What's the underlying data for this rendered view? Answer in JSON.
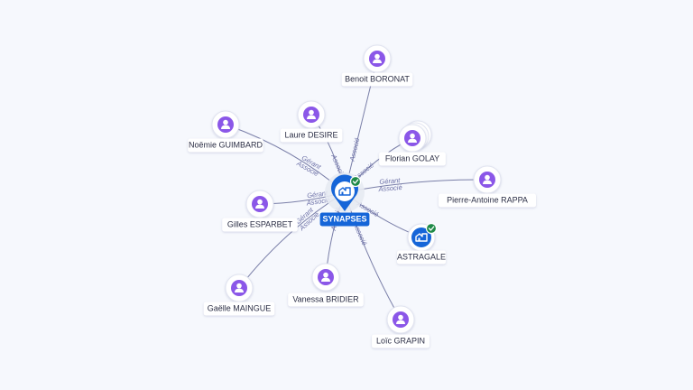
{
  "center": {
    "label": "SYNAPSES",
    "type": "company",
    "verified": true
  },
  "nodes": [
    {
      "id": "boronat",
      "label": "Benoit BORONAT",
      "type": "person"
    },
    {
      "id": "desire",
      "label": "Laure DESIRE",
      "type": "person"
    },
    {
      "id": "guimbard",
      "label": "Noëmie GUIMBARD",
      "type": "person"
    },
    {
      "id": "golay",
      "label": "Florian GOLAY",
      "type": "person"
    },
    {
      "id": "rappa",
      "label": "Pierre-Antoine RAPPA",
      "type": "person"
    },
    {
      "id": "esparbet",
      "label": "Gilles ESPARBET",
      "type": "person"
    },
    {
      "id": "astragale",
      "label": "ASTRAGALE",
      "type": "company",
      "verified": true
    },
    {
      "id": "maingue",
      "label": "Gaëlle MAINGUE",
      "type": "person"
    },
    {
      "id": "bridier",
      "label": "Vanessa BRIDIER",
      "type": "person"
    },
    {
      "id": "grapin",
      "label": "Loïc GRAPIN",
      "type": "person"
    }
  ],
  "edges": [
    {
      "to": "boronat",
      "roles": [
        "Associé"
      ]
    },
    {
      "to": "desire",
      "roles": [
        "Associé"
      ]
    },
    {
      "to": "guimbard",
      "roles": [
        "Gérant",
        "Associé"
      ]
    },
    {
      "to": "golay",
      "roles": [
        "Associé"
      ]
    },
    {
      "to": "rappa",
      "roles": [
        "Gérant",
        "Associé"
      ]
    },
    {
      "to": "esparbet",
      "roles": [
        "Gérant",
        "Associé"
      ]
    },
    {
      "to": "astragale",
      "roles": [
        "Associé"
      ]
    },
    {
      "to": "maingue",
      "roles": [
        "Gérant",
        "Associé"
      ]
    },
    {
      "to": "bridier",
      "roles": [
        "Associé"
      ]
    },
    {
      "to": "grapin",
      "roles": [
        "Associé"
      ]
    }
  ],
  "colors": {
    "person": "#8b57e8",
    "company": "#1565d8",
    "verified": "#1f8a48",
    "edge": "#7a7fa8"
  },
  "icons": {
    "person": "person-icon",
    "company": "building-icon",
    "verified": "check-badge-icon"
  }
}
